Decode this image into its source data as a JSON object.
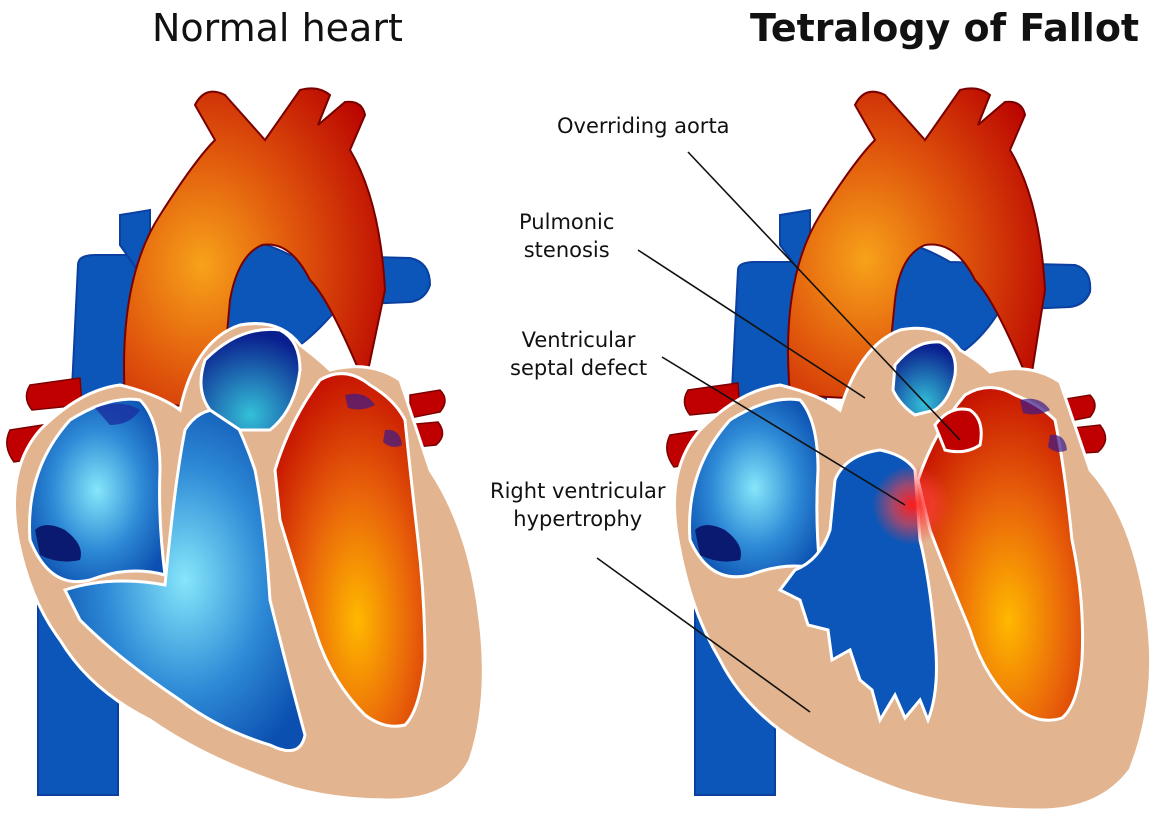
{
  "titles": {
    "normal": "Normal heart",
    "tetralogy": "Tetralogy of Fallot"
  },
  "labels": {
    "overriding_aorta": [
      "Overriding aorta"
    ],
    "pulmonic_stenosis": [
      "Pulmonic",
      "stenosis"
    ],
    "vsd": [
      "Ventricular",
      "septal defect"
    ],
    "rvh": [
      "Right ventricular",
      "hypertrophy"
    ]
  },
  "colors": {
    "oxygenated_red": "#c00000",
    "oxygenated_orange": "#f29000",
    "deoxygenated_blue": "#0b56b8",
    "light_blue": "#7fe0f5",
    "muscle_tan": "#e2b48f",
    "defect_highlight": "#ff2a2a"
  }
}
